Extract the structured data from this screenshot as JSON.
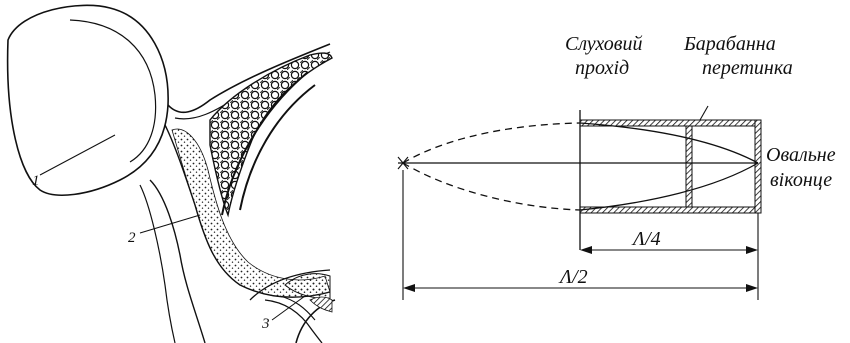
{
  "ear_anatomy": {
    "labels": {
      "one": "1",
      "two": "2",
      "three": "3"
    }
  },
  "resonator": {
    "ear_canal_line1": "Слуховий",
    "ear_canal_line2": "прохід",
    "eardrum_line1": "Барабанна",
    "eardrum_line2": "перетинка",
    "oval_window_line1": "Овальне",
    "oval_window_line2": "віконце",
    "quarter_wavelength": "Λ/4",
    "half_wavelength": "Λ/2"
  }
}
